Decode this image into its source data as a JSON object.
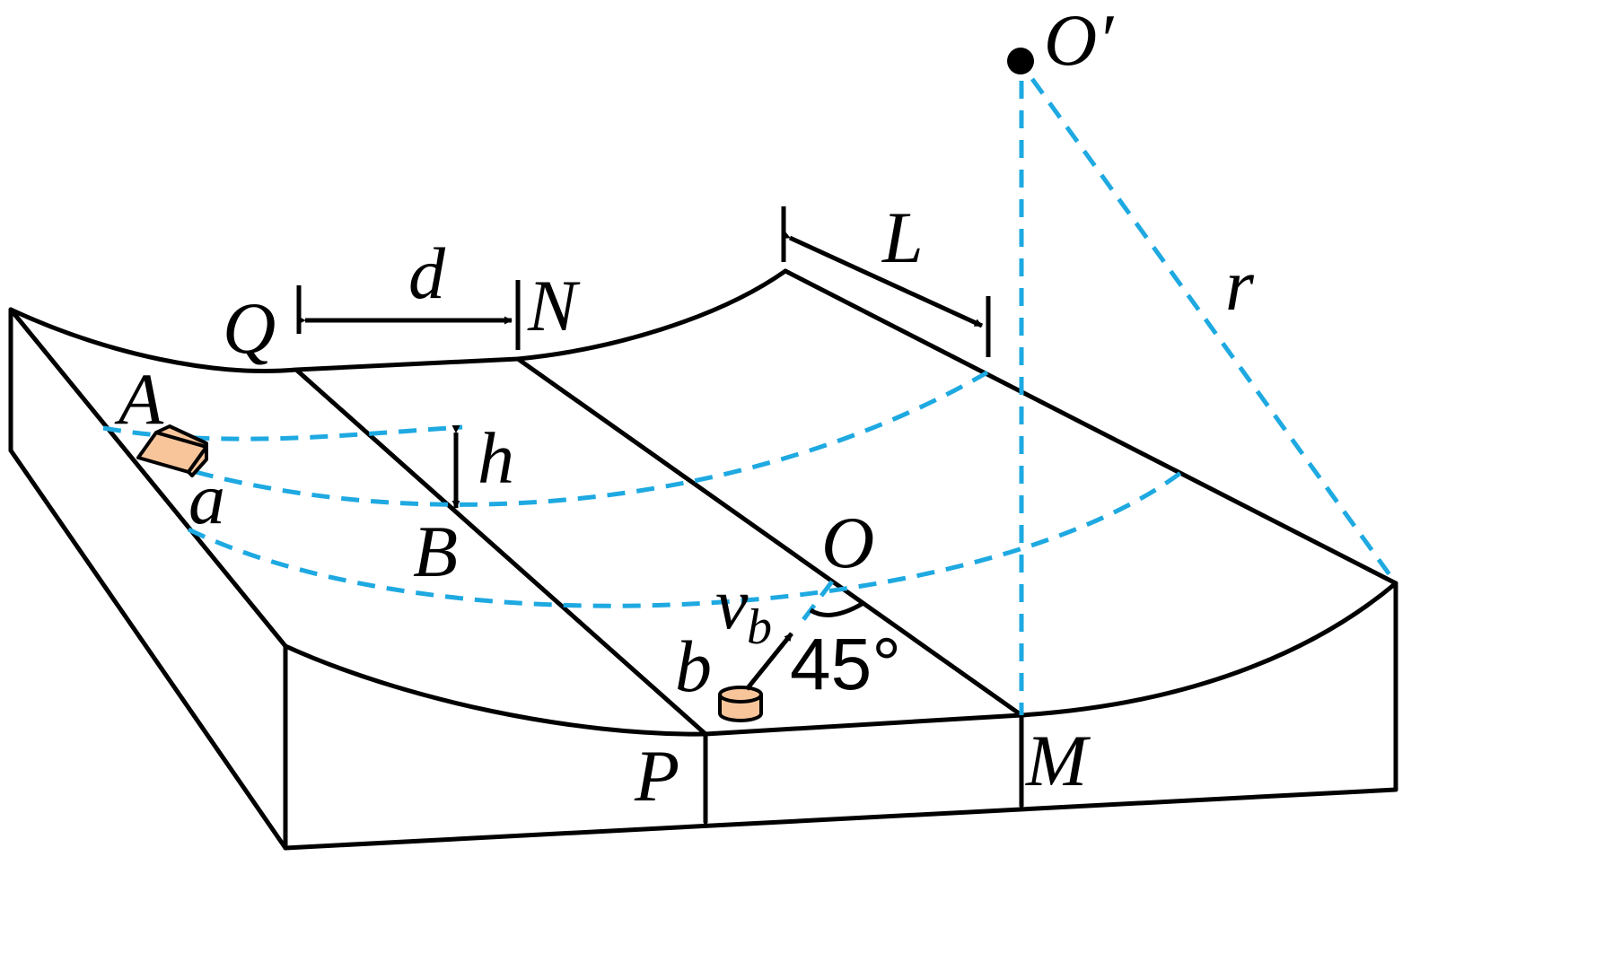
{
  "colors": {
    "outline": "#000000",
    "dashed": "#1ea9e1",
    "block_fill": "#f8c59b",
    "block_stroke": "#000000"
  },
  "labels": {
    "O_prime": "O′",
    "r": "r",
    "L": "L",
    "d": "d",
    "Q": "Q",
    "N": "N",
    "A": "A",
    "a": "a",
    "h": "h",
    "B": "B",
    "O": "O",
    "v": "v",
    "v_sub": "b",
    "b": "b",
    "angle": "45°",
    "P": "P",
    "M": "M"
  }
}
